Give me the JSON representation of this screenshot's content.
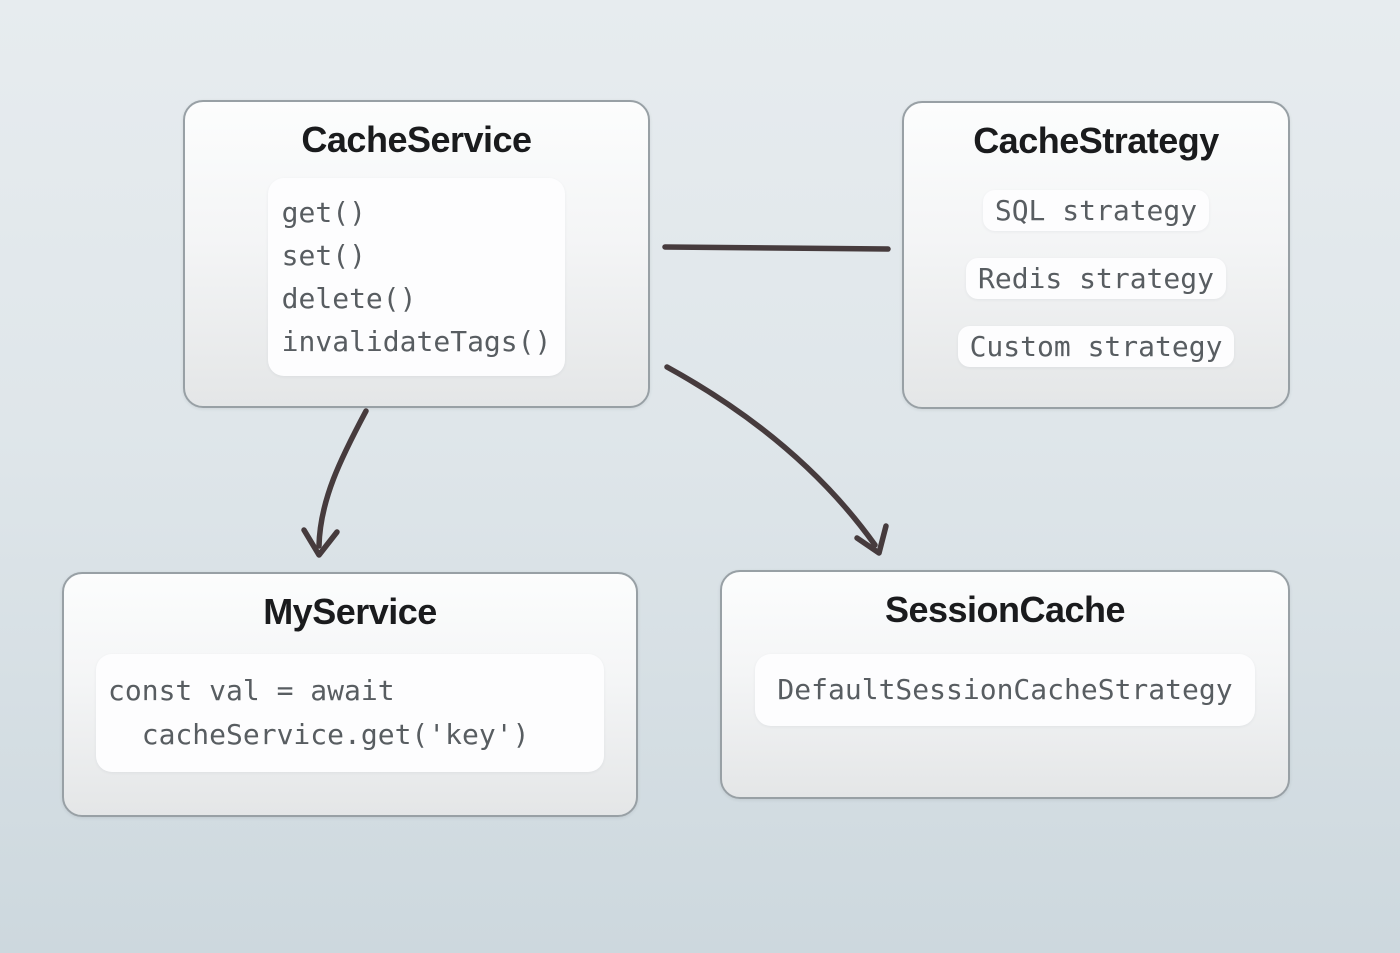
{
  "diagram": {
    "nodes": {
      "cache_service": {
        "title": "CacheService",
        "methods": [
          "get()",
          "set()",
          "delete()",
          "invalidateTags()"
        ]
      },
      "cache_strategy": {
        "title": "CacheStrategy",
        "strategies": [
          "SQL strategy",
          "Redis strategy",
          "Custom strategy"
        ]
      },
      "my_service": {
        "title": "MyService",
        "code_lines": [
          "const val = await",
          "  cacheService.get('key')"
        ]
      },
      "session_cache": {
        "title": "SessionCache",
        "strategy": "DefaultSessionCacheStrategy"
      }
    },
    "edges": [
      {
        "from": "cache_service",
        "to": "cache_strategy",
        "style": "plain-line"
      },
      {
        "from": "cache_service",
        "to": "my_service",
        "style": "curved-arrow"
      },
      {
        "from": "cache_service",
        "to": "session_cache",
        "style": "curved-arrow"
      }
    ],
    "colors": {
      "background_top": "#e7ecef",
      "background_bottom": "#cdd8de",
      "node_border": "#98a0a5",
      "node_fill_top": "#fcfdfd",
      "node_fill_bottom": "#e4e6e7",
      "panel_fill": "#fdfdfe",
      "title_text": "#1a1b1d",
      "code_text": "#585d61",
      "edge_stroke": "#463b3d"
    }
  }
}
